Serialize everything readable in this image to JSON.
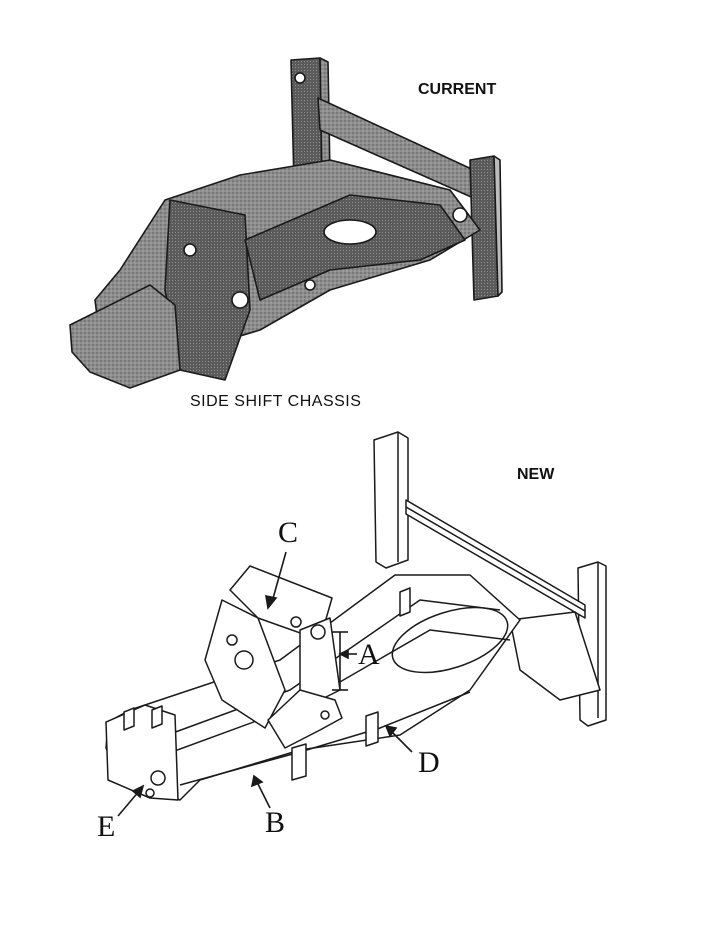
{
  "labels": {
    "current": "CURRENT",
    "caption": "SIDE SHIFT CHASSIS",
    "new": "NEW"
  },
  "callouts": {
    "a": "A",
    "b": "B",
    "c": "C",
    "d": "D",
    "e": "E"
  },
  "colors": {
    "ink": "#1a1a1a",
    "shade_dark": "#5a5a5a",
    "shade_mid": "#8d8d8d",
    "shade_light": "#bdbdbd",
    "paper": "#ffffff"
  }
}
